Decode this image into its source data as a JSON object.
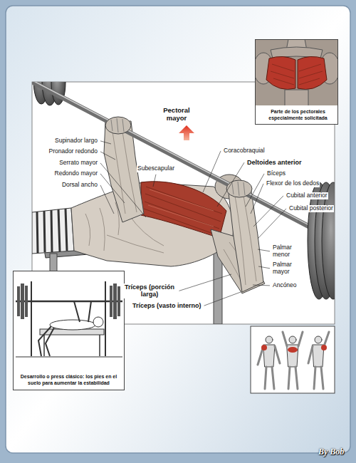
{
  "diagram": {
    "nodes": [
      {
        "text": [
          "Parte de los pectorales especialmente solicitada"
        ]
      },
      {
        "text": [
          "Desarrollo o press clásico: los pies en el suelo para aumentar la estabilidad"
        ]
      }
    ],
    "labels": [
      "Pectoral mayor",
      "Supinador largo",
      "Pronador redondo",
      "Serrato mayor",
      "Redondo mayor",
      "Dorsal ancho",
      "Subescapular",
      "Coracobraquial",
      "Deltoides anterior",
      "Bíceps",
      "Flexor de los dedos",
      "Cubital anterior",
      "Cubital posterior",
      "Palmar menor",
      "Palmar mayor",
      "Ancóneo",
      "Tríceps (porción larga)",
      "Tríceps (vasto interno)",
      "By Bob"
    ]
  }
}
